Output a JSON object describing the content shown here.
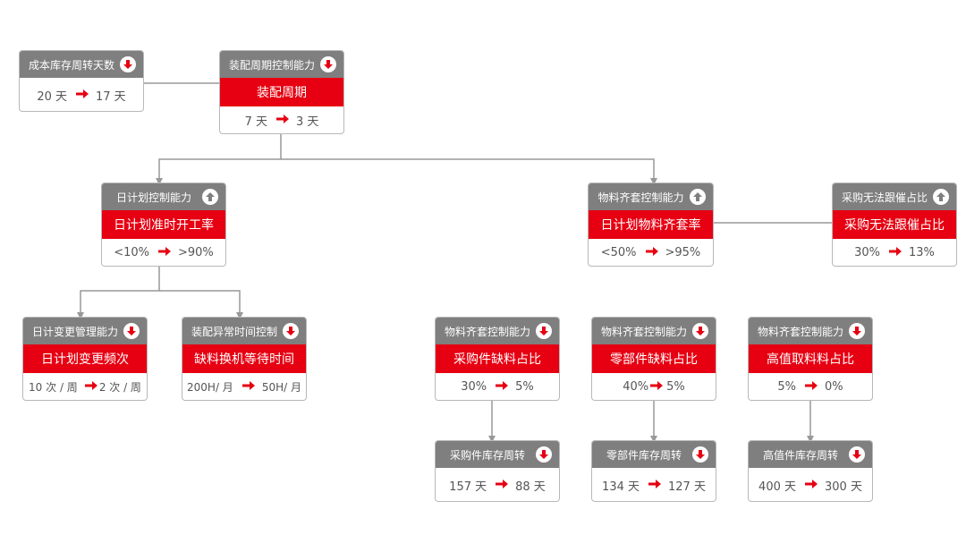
{
  "nodes": [
    {
      "id": "n1",
      "title": "成本库存周转天数",
      "direction": "down",
      "subtitle": "",
      "from": "20 天",
      "to": "17 天"
    },
    {
      "id": "n2",
      "title": "装配周期控制能力",
      "direction": "down",
      "subtitle": "装配周期",
      "from": "7 天",
      "to": "3 天"
    },
    {
      "id": "n3",
      "title": "日计划控制能力",
      "direction": "up",
      "subtitle": "日计划准时开工率",
      "from": "<10%",
      "to": ">90%"
    },
    {
      "id": "n4",
      "title": "物料齐套控制能力",
      "direction": "up",
      "subtitle": "日计划物料齐套率",
      "from": "<50%",
      "to": ">95%"
    },
    {
      "id": "n5",
      "title": "采购无法跟催占比",
      "direction": "up",
      "subtitle": "采购无法跟催占比",
      "from": "30%",
      "to": "13%"
    },
    {
      "id": "n6",
      "title": "日计变更管理能力",
      "direction": "down",
      "subtitle": "日计划变更频次",
      "from": "10 次 / 周",
      "to": "2 次 / 周"
    },
    {
      "id": "n7",
      "title": "装配异常时间控制",
      "direction": "down",
      "subtitle": "缺料换机等待时间",
      "from": "200H/ 月",
      "to": "50H/ 月"
    },
    {
      "id": "n8",
      "title": "物料齐套控制能力",
      "direction": "down",
      "subtitle": "采购件缺料占比",
      "from": "30%",
      "to": "5%"
    },
    {
      "id": "n9",
      "title": "物料齐套控制能力",
      "direction": "down",
      "subtitle": "零部件缺料占比",
      "from": "40%",
      "to": "5%"
    },
    {
      "id": "n10",
      "title": "物料齐套控制能力",
      "direction": "down",
      "subtitle": "高值取料料占比",
      "from": "5%",
      "to": "0%"
    },
    {
      "id": "n11",
      "title": "采购件库存周转",
      "direction": "down",
      "subtitle": "",
      "from": "157 天",
      "to": "88 天"
    },
    {
      "id": "n12",
      "title": "零部件库存周转",
      "direction": "down",
      "subtitle": "",
      "from": "134 天",
      "to": "127 天"
    },
    {
      "id": "n13",
      "title": "高值件库存周转",
      "direction": "down",
      "subtitle": "",
      "from": "400 天",
      "to": "300 天"
    }
  ],
  "edges": [
    {
      "from": "n2",
      "to": "n1",
      "arrow": false
    },
    {
      "from": "n2",
      "to": "n3",
      "arrow": true
    },
    {
      "from": "n2",
      "to": "n4",
      "arrow": true
    },
    {
      "from": "n4",
      "to": "n5",
      "arrow": false
    },
    {
      "from": "n3",
      "to": "n6",
      "arrow": true
    },
    {
      "from": "n3",
      "to": "n7",
      "arrow": true
    },
    {
      "from": "n8",
      "to": "n11",
      "arrow": true
    },
    {
      "from": "n9",
      "to": "n12",
      "arrow": true
    },
    {
      "from": "n10",
      "to": "n13",
      "arrow": true
    }
  ],
  "colors": {
    "header": "#7f7f7f",
    "accent": "#e60012",
    "line": "#999999"
  }
}
